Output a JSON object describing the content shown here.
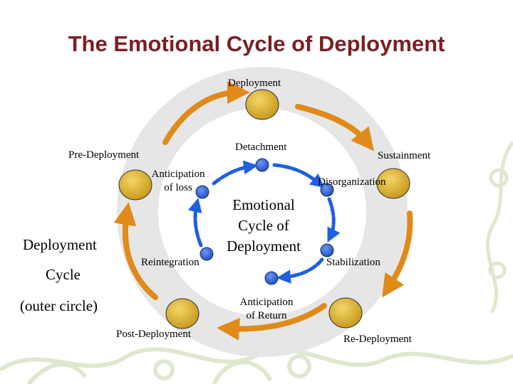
{
  "title": "The Emotional Cycle of Deployment",
  "outer_cycle": {
    "deployment": "Deployment",
    "sustainment": "Sustainment",
    "re_deployment": "Re-Deployment",
    "post_deployment": "Post-Deployment",
    "pre_deployment": "Pre-Deployment"
  },
  "inner_cycle": {
    "detachment": "Detachment",
    "disorganization": "Disorganization",
    "stabilization": "Stabilization",
    "anticipation_of_return_1": "Anticipation",
    "anticipation_of_return_2": "of Return",
    "reintegration": "Reintegration",
    "anticipation_of_loss_1": "Anticipation",
    "anticipation_of_loss_2": "of loss"
  },
  "center": {
    "line1": "Emotional",
    "line2": "Cycle of",
    "line3": "Deployment"
  },
  "side_label": {
    "line1": "Deployment",
    "line2": "Cycle",
    "line3": "(outer circle)"
  },
  "colors": {
    "title": "#7a1f24",
    "outer_node": "#e0b83a",
    "inner_node": "#3a6fd8",
    "outer_arrow": "#e08a1a",
    "inner_arrow": "#1f5fe0",
    "ring": "#e6e6e6",
    "decoration": "#dfe8cf"
  }
}
